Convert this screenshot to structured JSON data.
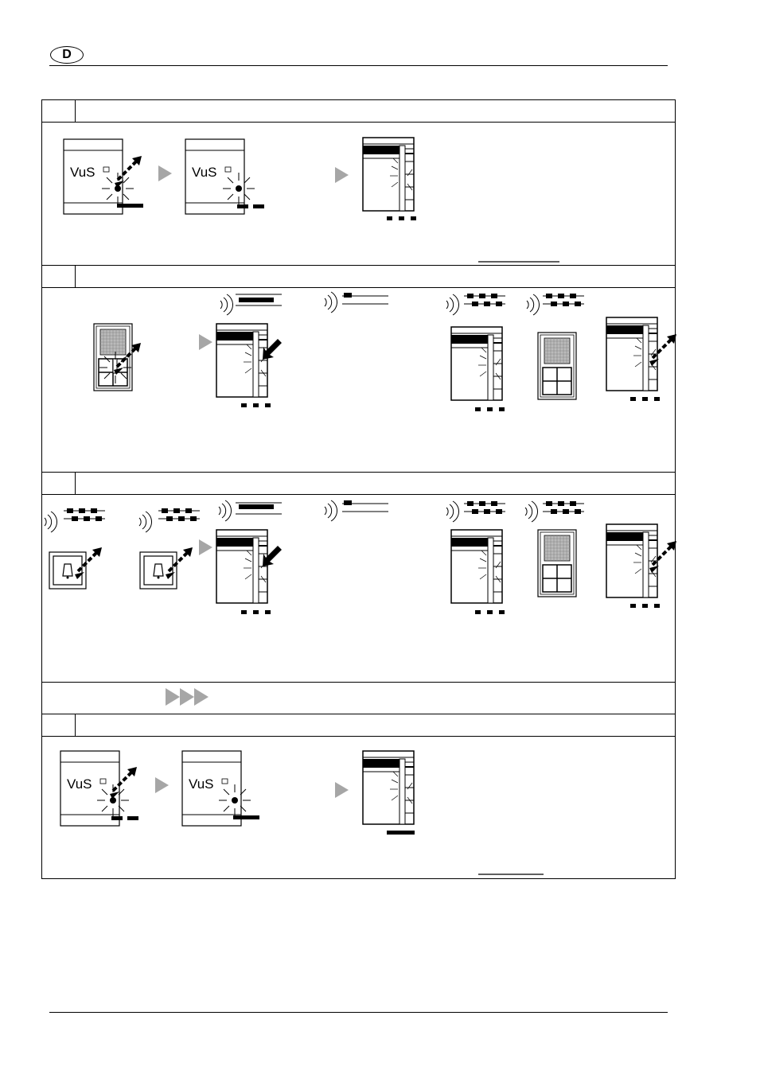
{
  "header": {
    "language_badge": "D"
  },
  "device_label": "VuS",
  "colors": {
    "ink": "#000000",
    "arrow_grey": "#a6a6a6",
    "grid_grey": "#9a9a9a"
  },
  "sections": [
    {
      "name": "step-1",
      "panels": [
        "actuator-led-blink",
        "actuator-led-flash",
        "push-button-feedback"
      ]
    },
    {
      "name": "step-2",
      "panels": [
        "transmitter-press",
        "push-button-press",
        "radio-signal-long",
        "radio-signal-short",
        "radio-signal-triple",
        "transmitter",
        "push-button-release"
      ]
    },
    {
      "name": "step-3",
      "panels": [
        "bell-transmitter",
        "bell-transmitter",
        "push-button-press",
        "radio-signal-long",
        "radio-signal-short",
        "radio-signal-triple",
        "transmitter",
        "push-button-release"
      ]
    },
    {
      "name": "step-repeat",
      "icons": [
        "fast-forward-icon"
      ]
    },
    {
      "name": "step-4",
      "panels": [
        "actuator-led-blink",
        "actuator-led-flash",
        "push-button-feedback"
      ]
    }
  ]
}
